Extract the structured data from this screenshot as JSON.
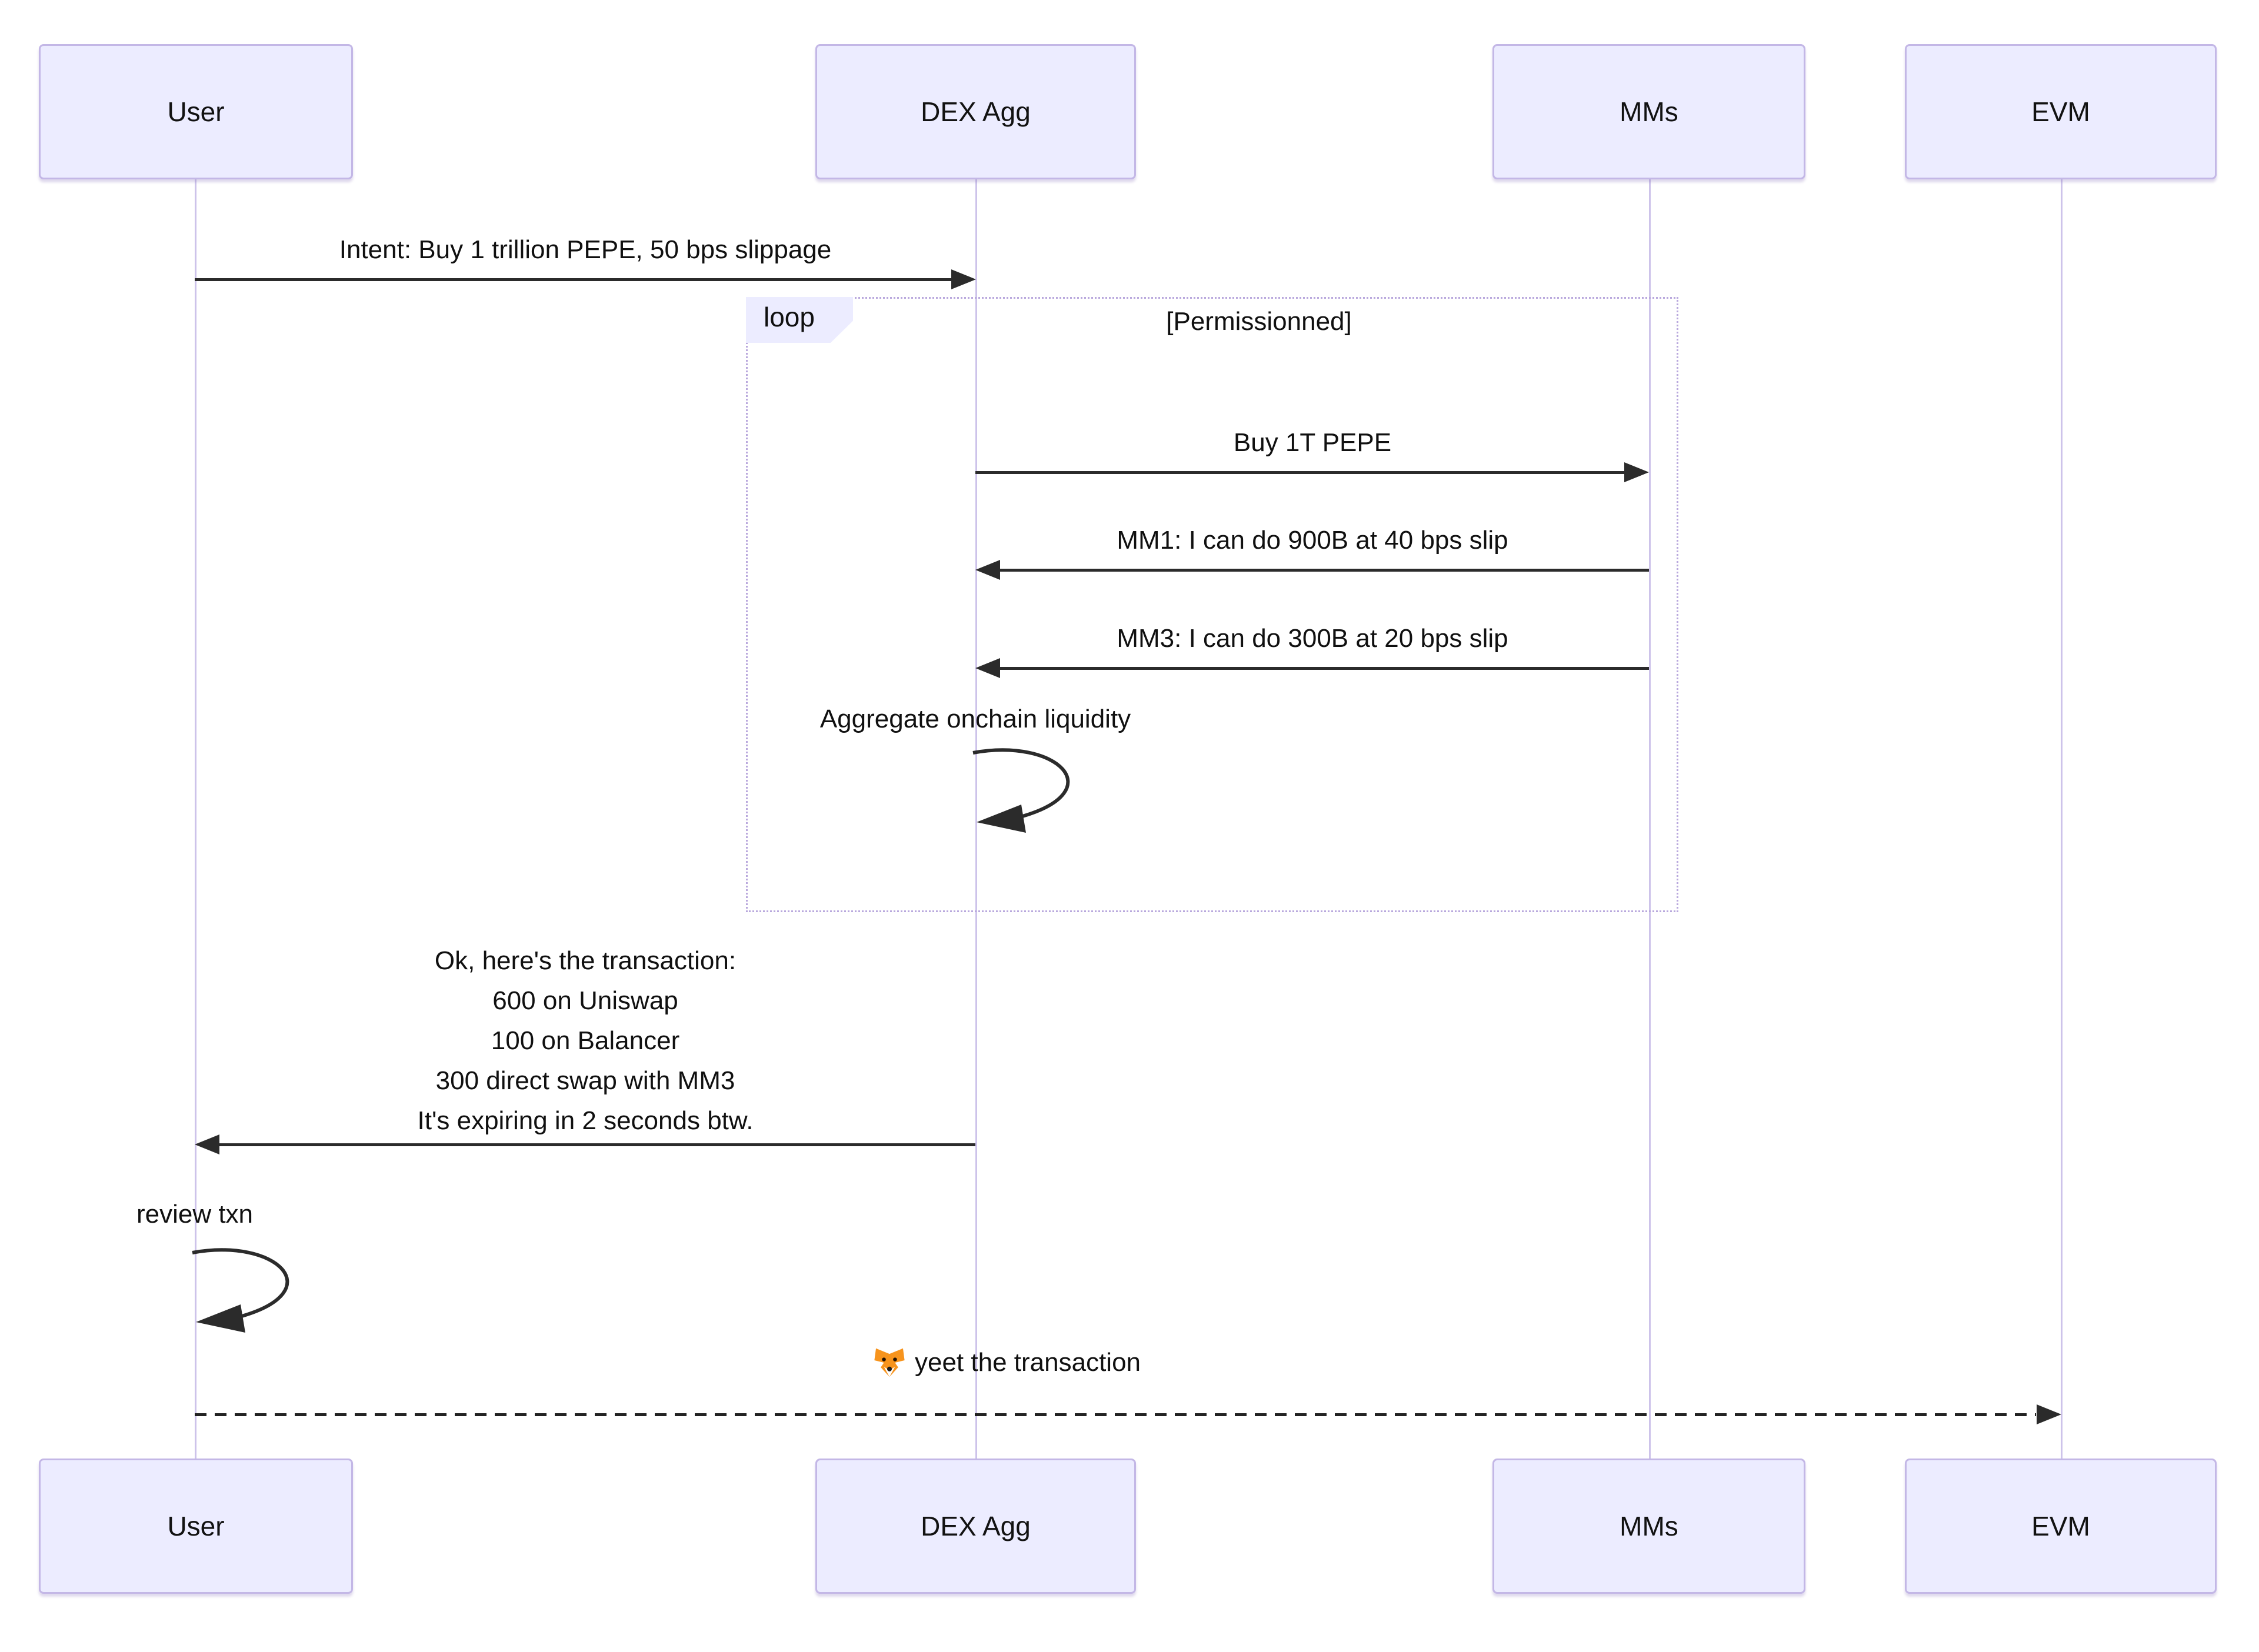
{
  "diagram_type": "sequence-diagram",
  "actors": [
    {
      "label": "User"
    },
    {
      "label": "DEX Agg"
    },
    {
      "label": "MMs"
    },
    {
      "label": "EVM"
    }
  ],
  "loop": {
    "label": "loop",
    "condition": "[Permissionned]"
  },
  "messages": [
    {
      "from": "User",
      "to": "DEX Agg",
      "line": "solid",
      "text": "Intent: Buy 1 trillion PEPE, 50 bps slippage"
    },
    {
      "from": "DEX Agg",
      "to": "MMs",
      "line": "solid",
      "text": "Buy 1T PEPE"
    },
    {
      "from": "MMs",
      "to": "DEX Agg",
      "line": "solid",
      "text": "MM1: I can do 900B at 40 bps slip"
    },
    {
      "from": "MMs",
      "to": "DEX Agg",
      "line": "solid",
      "text": "MM3: I can do 300B at 20 bps slip"
    },
    {
      "from": "DEX Agg",
      "to": "DEX Agg",
      "line": "self",
      "text": "Aggregate onchain liquidity"
    },
    {
      "from": "DEX Agg",
      "to": "User",
      "line": "solid",
      "lines": [
        "Ok, here's the transaction:",
        "600 on Uniswap",
        "100 on Balancer",
        "300 direct swap with MM3",
        "It's expiring in 2 seconds btw."
      ]
    },
    {
      "from": "User",
      "to": "User",
      "line": "self",
      "text": "review txn"
    },
    {
      "from": "User",
      "to": "EVM",
      "line": "dashed",
      "icon": "fox-face",
      "text": "yeet the transaction"
    }
  ],
  "colors": {
    "actor_fill": "#ECECFF",
    "actor_border": "#C3B7E6",
    "lifeline": "#CDC3EA",
    "loop_border": "#B9A8DD",
    "arrow": "#2B2B2B",
    "text": "#111111",
    "fox_orange": "#F7941D"
  }
}
